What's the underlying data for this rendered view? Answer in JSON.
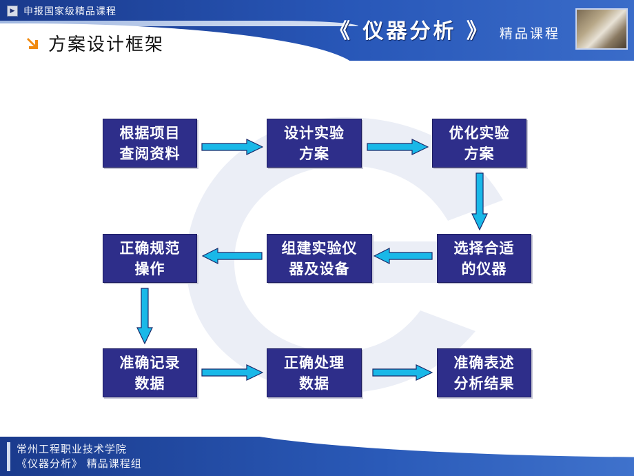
{
  "header": {
    "top_tag": "申报国家级精品课程",
    "brand_title": "《 仪器分析 》",
    "brand_subtitle": "精品课程",
    "page_title": "方案设计框架"
  },
  "flowchart": {
    "steps": [
      "根据项目\n查阅资料",
      "设计实验\n方案",
      "优化实验\n方案",
      "选择合适\n的仪器",
      "组建实验仪\n器及设备",
      "正确规范\n操作",
      "准确记录\n数据",
      "正确处理\n数据",
      "准确表述\n分析结果"
    ]
  },
  "footer": {
    "line1": "常州工程职业技术学院",
    "line2": "《仪器分析》 精品课程组"
  },
  "colors": {
    "box_fill": "#2e2e8a",
    "arrow_fill": "#19b8e8",
    "header_blue": "#2857b8"
  }
}
